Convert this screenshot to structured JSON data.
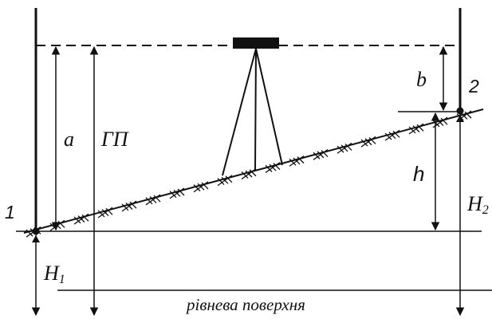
{
  "labels": {
    "point_1": "1",
    "point_2": "2",
    "a": "a",
    "b": "b",
    "gp": "ГП",
    "h": "h",
    "H1_main": "H",
    "H1_sub": "1",
    "H2_main": "H",
    "H2_sub": "2",
    "level_surface": "рівнева поверхня"
  },
  "colors": {
    "ink": "#111111",
    "background": "#ffffff"
  }
}
